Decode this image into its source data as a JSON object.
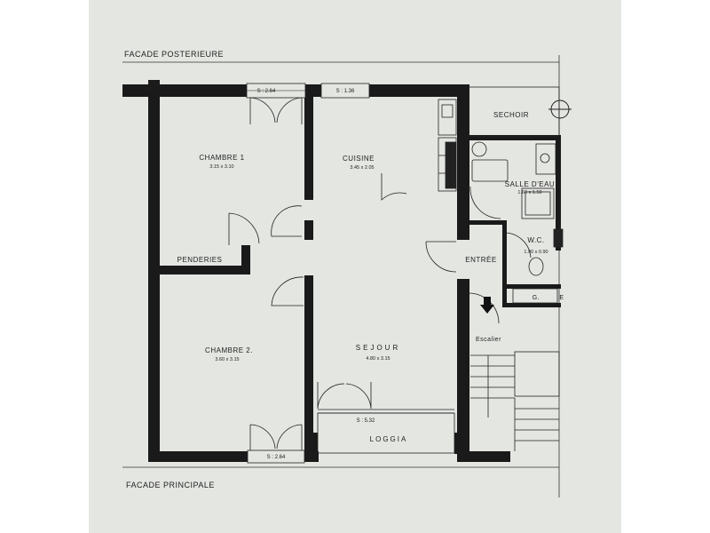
{
  "facades": {
    "rear": "FACADE POSTERIEURE",
    "front": "FACADE PRINCIPALE"
  },
  "rooms": [
    {
      "id": "chambre1",
      "name": "CHAMBRE 1",
      "dims": "3.15 x 3.10"
    },
    {
      "id": "cuisine",
      "name": "CUISINE",
      "dims": "3.45 x 2.05"
    },
    {
      "id": "sechoir",
      "name": "SECHOIR"
    },
    {
      "id": "salle-deau",
      "name": "SALLE D'EAU",
      "dims": "1.60 x 1.50"
    },
    {
      "id": "wc",
      "name": "W.C.",
      "dims": "1.90 x 0.90"
    },
    {
      "id": "entree",
      "name": "ENTRÉE"
    },
    {
      "id": "penderies",
      "name": "PENDERIES"
    },
    {
      "id": "chambre2",
      "name": "CHAMBRE 2.",
      "dims": "3.60 x 3.15"
    },
    {
      "id": "sejour",
      "name": "SEJOUR",
      "dims": "4.80 x 3.15"
    },
    {
      "id": "loggia",
      "name": "LOGGIA"
    },
    {
      "id": "escalier",
      "name": "Escalier"
    },
    {
      "id": "g",
      "name": "G."
    },
    {
      "id": "e",
      "name": "E"
    }
  ],
  "windows": [
    {
      "id": "win-chambre1",
      "label": "S : 2.64"
    },
    {
      "id": "win-cuisine",
      "label": "S : 1.36"
    },
    {
      "id": "win-chambre2",
      "label": "S : 2.64"
    },
    {
      "id": "win-sejour",
      "label": "S : 5.32"
    }
  ],
  "colors": {
    "wall": "#1a1a1a",
    "paper": "#e4e6e2",
    "line": "#222222"
  }
}
